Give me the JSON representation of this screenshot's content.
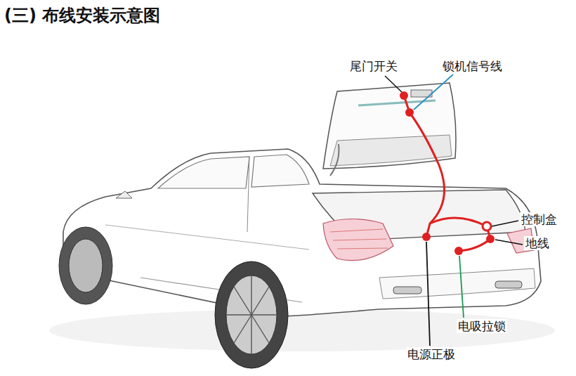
{
  "diagram": {
    "title": "(三) 布线安装示意图",
    "labels": [
      "尾门开关",
      "锁机信号线",
      "控制盒",
      "地线",
      "电吸拉锁",
      "电源正极"
    ]
  }
}
